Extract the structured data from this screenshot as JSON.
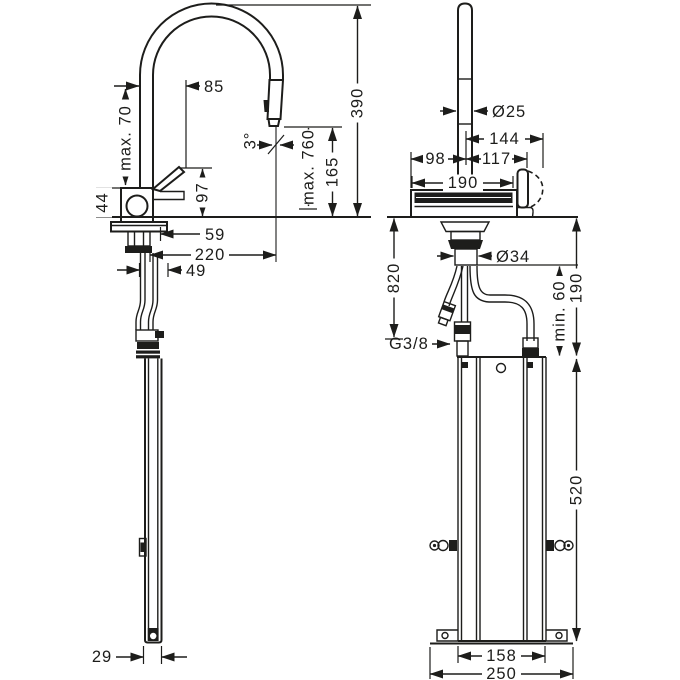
{
  "drawing": {
    "background": "#ffffff",
    "line_color": "#1d1d1b"
  },
  "side_view_dims": {
    "spout_to_lever_offset": "85",
    "lever_max_travel": "max. 70",
    "body_height": "44",
    "lever_tip_height": "97",
    "spray_head_angle": "3°",
    "max_pullout": "max. 760",
    "outlet_height": "165",
    "spout_height": "390",
    "outlet_offset": "59",
    "spout_reach": "220",
    "base_depth": "49",
    "hose_guide_depth": "29"
  },
  "front_view_dims": {
    "spout_diameter": "Ø25",
    "center_to_handle": "144",
    "body_left_of_center": "98",
    "body_right_of_center": "117",
    "body_width": "190",
    "shank_diameter": "Ø34",
    "hose_length": "820",
    "min_clearance": "min. 60",
    "under_counter_depth": "190",
    "thread_size": "G3/8",
    "box_height": "520",
    "box_width": "158",
    "base_width": "250"
  }
}
